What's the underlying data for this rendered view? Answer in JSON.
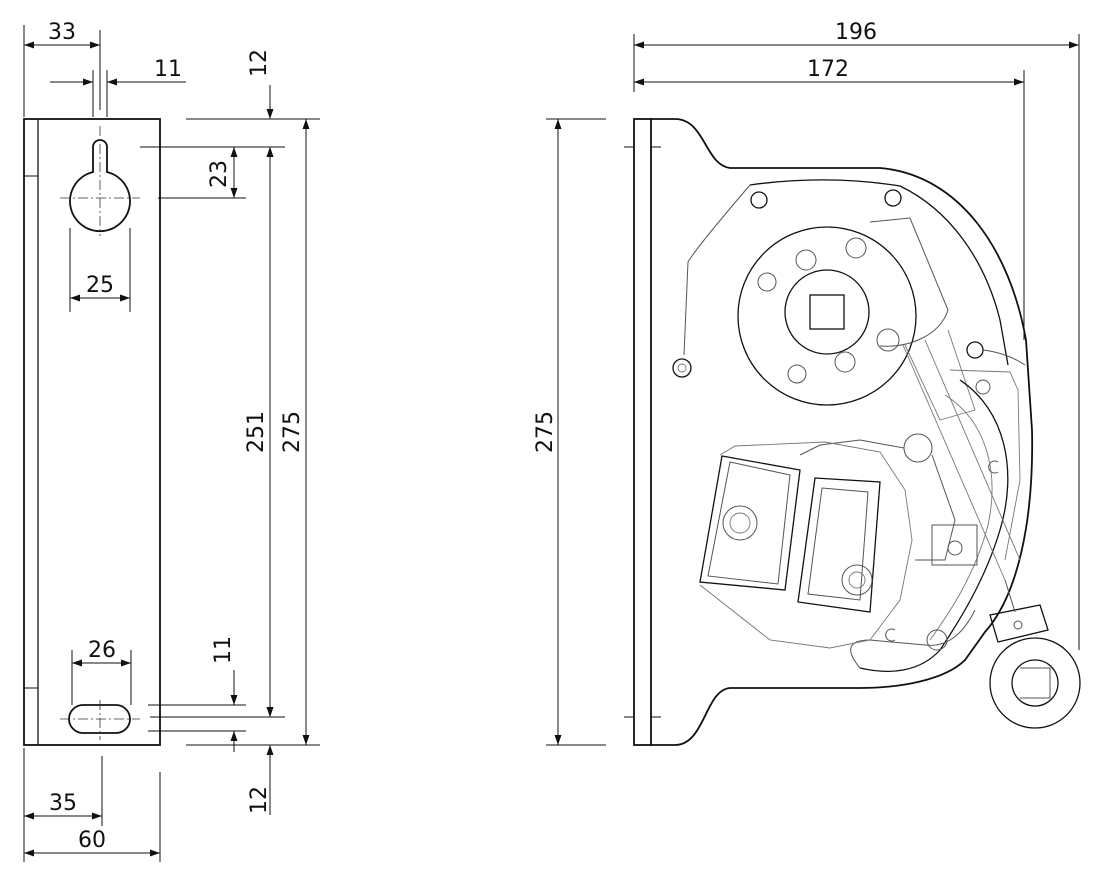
{
  "drawing": {
    "front_view": {
      "dimensions": {
        "top_offset": "33",
        "slot_width_top": "11",
        "top_margin": "12",
        "keyhole_depth": "23",
        "keyhole_width": "25",
        "hole_spacing": "251",
        "total_height": "275",
        "slot_length": "26",
        "slot_height": "11",
        "bottom_margin": "12",
        "slot_offset": "35",
        "total_width": "60"
      }
    },
    "side_view": {
      "dimensions": {
        "overall_width": "196",
        "body_width": "172",
        "height": "275"
      }
    }
  }
}
